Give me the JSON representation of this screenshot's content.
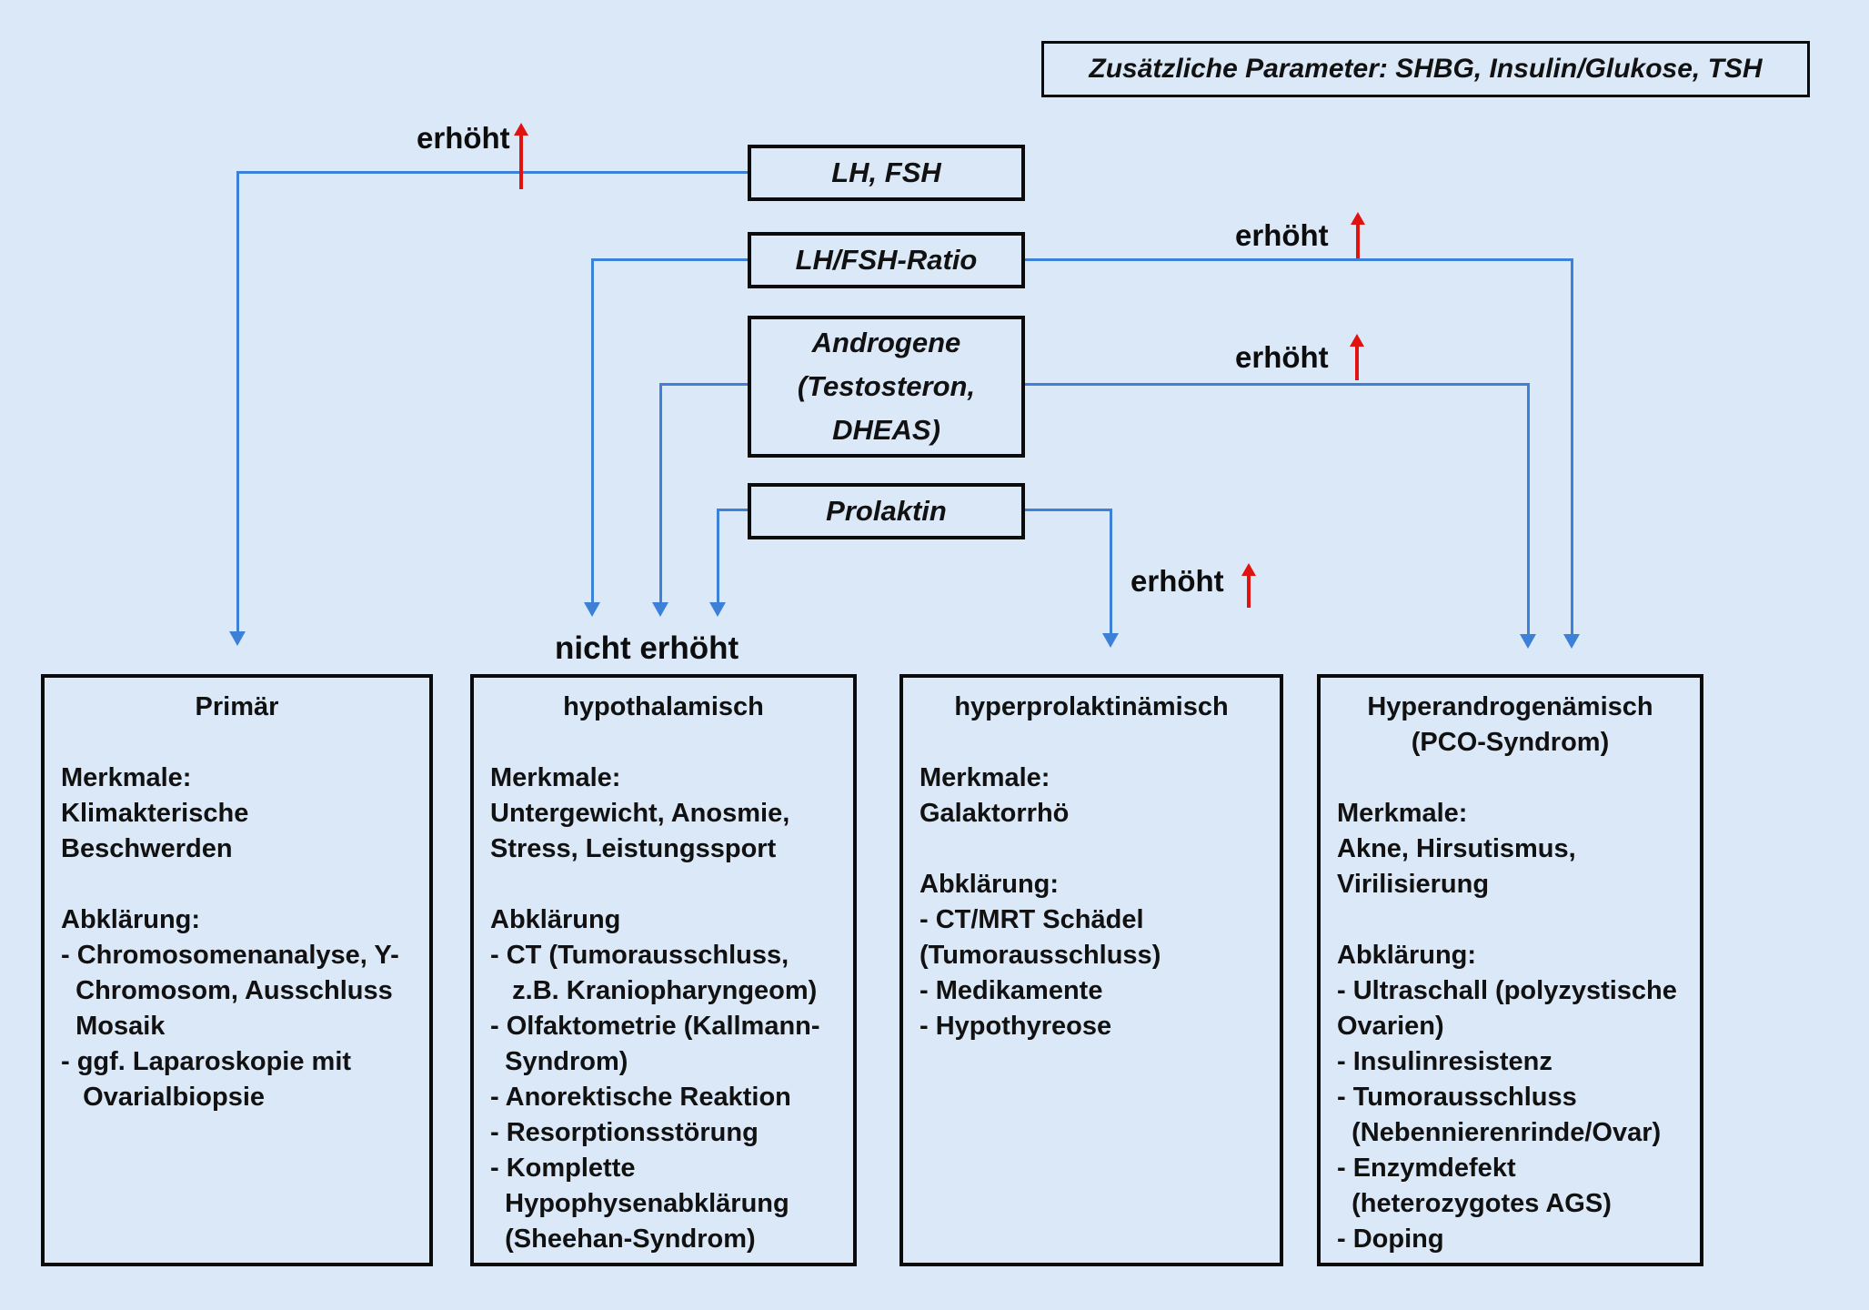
{
  "title_box": {
    "text": "Zusätzliche Parameter: SHBG, Insulin/Glukose, TSH"
  },
  "hormone_boxes": [
    {
      "id": "lh-fsh",
      "label": "LH, FSH"
    },
    {
      "id": "lh-fsh-ratio",
      "label": "LH/FSH-Ratio"
    },
    {
      "id": "androgene",
      "label": "Androgene\n(Testosteron,\nDHEAS)"
    },
    {
      "id": "prolaktin",
      "label": "Prolaktin"
    }
  ],
  "annotations": {
    "erhoeht_lh_fsh": "erhöht",
    "erhoeht_lh_fsh_ratio": "erhöht",
    "erhoeht_androgene": "erhöht",
    "erhoeht_prolaktin": "erhöht",
    "nicht_erhoeht": "nicht erhöht",
    "increase_arrow_glyph": "↑"
  },
  "outcome_boxes": [
    {
      "title": "Primär",
      "body": "Merkmale:\nKlimakterische Beschwerden\n\nAbklärung:\n- Chromosomenanalyse, Y-\n  Chromosom, Ausschluss\n  Mosaik\n- ggf. Laparoskopie mit\n   Ovarialbiopsie"
    },
    {
      "title": "hypothalamisch",
      "body": "Merkmale:\nUntergewicht, Anosmie,\nStress, Leistungssport\n\nAbklärung\n- CT (Tumorausschluss,\n   z.B. Kraniopharyngeom)\n- Olfaktometrie (Kallmann-\n  Syndrom)\n- Anorektische Reaktion\n- Resorptionsstörung\n- Komplette\n  Hypophysenabklärung\n  (Sheehan-Syndrom)"
    },
    {
      "title": "hyperprolaktinämisch",
      "body": "Merkmale:\nGalaktorrhö\n\nAbklärung:\n- CT/MRT Schädel\n(Tumorausschluss)\n- Medikamente\n- Hypothyreose"
    },
    {
      "title": "Hyperandrogenämisch\n(PCO-Syndrom)",
      "body": "Merkmale:\nAkne, Hirsutismus,\nVirilisierung\n\nAbklärung:\n- Ultraschall (polyzystische\nOvarien)\n- Insulinresistenz\n- Tumorausschluss\n  (Nebennierenrinde/Ovar)\n- Enzymdefekt\n  (heterozygotes AGS)\n- Doping"
    }
  ],
  "colors": {
    "background": "#dbe8f7",
    "line_blue": "#3d80d8",
    "arrow_red": "#e01310",
    "border_black": "#0b0b0b",
    "text_black": "#111111"
  }
}
